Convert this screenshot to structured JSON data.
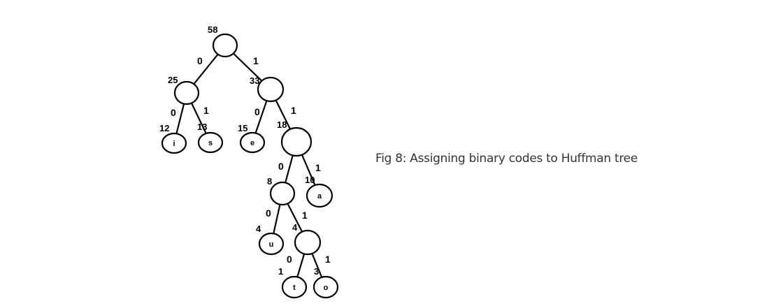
{
  "caption": "Fig 8: Assigning binary codes to Huffman tree",
  "tree": {
    "nodes": [
      {
        "id": "root",
        "weight": "58",
        "symbol": ""
      },
      {
        "id": "n25",
        "weight": "25",
        "symbol": ""
      },
      {
        "id": "n33",
        "weight": "33",
        "symbol": ""
      },
      {
        "id": "i",
        "weight": "12",
        "symbol": "i"
      },
      {
        "id": "s",
        "weight": "13",
        "symbol": "s"
      },
      {
        "id": "e",
        "weight": "15",
        "symbol": "e"
      },
      {
        "id": "n18",
        "weight": "18",
        "symbol": ""
      },
      {
        "id": "n8",
        "weight": "8",
        "symbol": ""
      },
      {
        "id": "a",
        "weight": "10",
        "symbol": "a"
      },
      {
        "id": "u",
        "weight": "4",
        "symbol": "u"
      },
      {
        "id": "n4",
        "weight": "4",
        "symbol": ""
      },
      {
        "id": "t",
        "weight": "1",
        "symbol": "t"
      },
      {
        "id": "o",
        "weight": "3",
        "symbol": "o"
      }
    ],
    "edges": [
      {
        "from": "root",
        "to": "n25",
        "bit": "0"
      },
      {
        "from": "root",
        "to": "n33",
        "bit": "1"
      },
      {
        "from": "n25",
        "to": "i",
        "bit": "0"
      },
      {
        "from": "n25",
        "to": "s",
        "bit": "1"
      },
      {
        "from": "n33",
        "to": "e",
        "bit": "0"
      },
      {
        "from": "n33",
        "to": "n18",
        "bit": "1"
      },
      {
        "from": "n18",
        "to": "n8",
        "bit": "0"
      },
      {
        "from": "n18",
        "to": "a",
        "bit": "1"
      },
      {
        "from": "n8",
        "to": "u",
        "bit": "0"
      },
      {
        "from": "n8",
        "to": "n4",
        "bit": "1"
      },
      {
        "from": "n4",
        "to": "t",
        "bit": "0"
      },
      {
        "from": "n4",
        "to": "o",
        "bit": "1"
      }
    ]
  }
}
